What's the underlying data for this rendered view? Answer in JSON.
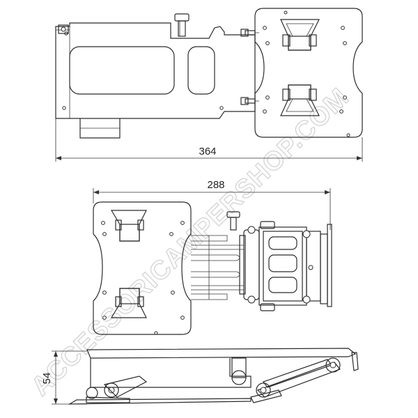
{
  "dimensions": {
    "top_width": "364",
    "middle_width": "288",
    "bottom_height": "54"
  },
  "watermark": "ACCESSORICAMPERSHOP.COM",
  "colors": {
    "line": "#2b2b2b",
    "watermark": "#d6d6d6",
    "background": "#ffffff"
  }
}
